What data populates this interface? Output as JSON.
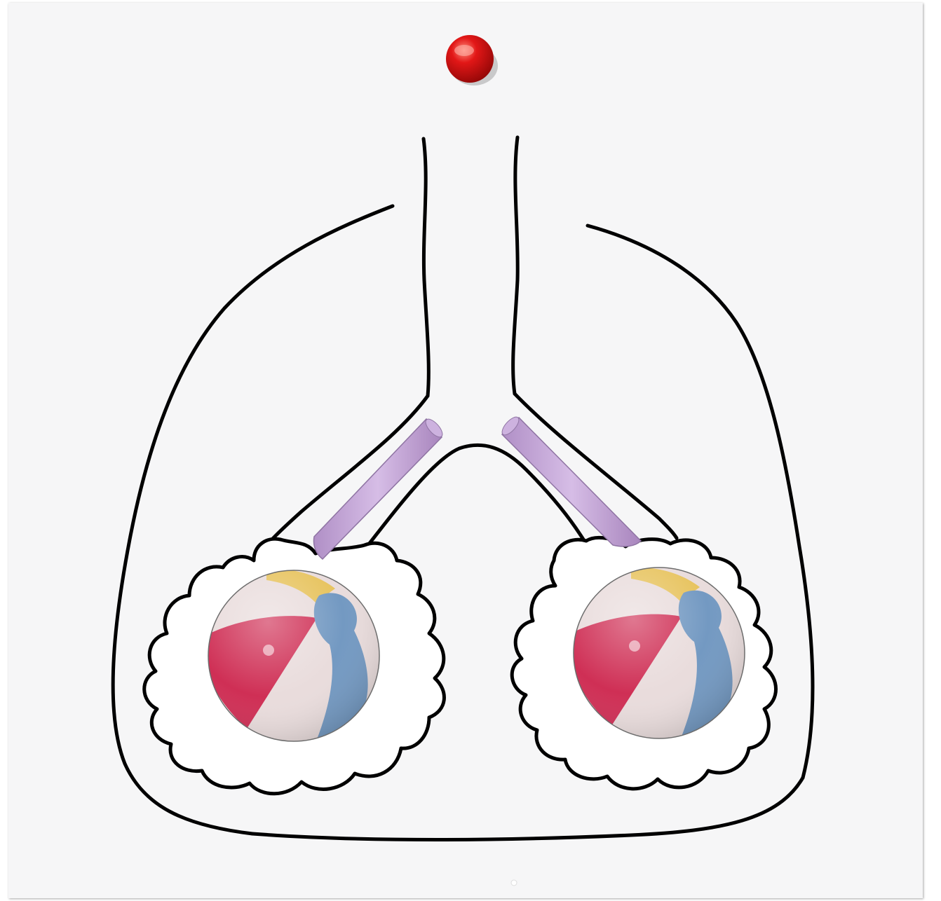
{
  "diagram": {
    "subject": "lung-model",
    "components": {
      "pin": {
        "color": "#d81010",
        "highlight": "#ff7a6a"
      },
      "straws": {
        "count": 2,
        "color": "#c9a8dc",
        "edge": "#8f74a3"
      },
      "balloons": {
        "count": 2,
        "colors": [
          "#e9dcdc",
          "#cf2f55",
          "#7399c2",
          "#e7c35e"
        ]
      },
      "outline_color": "#000000",
      "board_color": "#f6f6f7"
    }
  }
}
